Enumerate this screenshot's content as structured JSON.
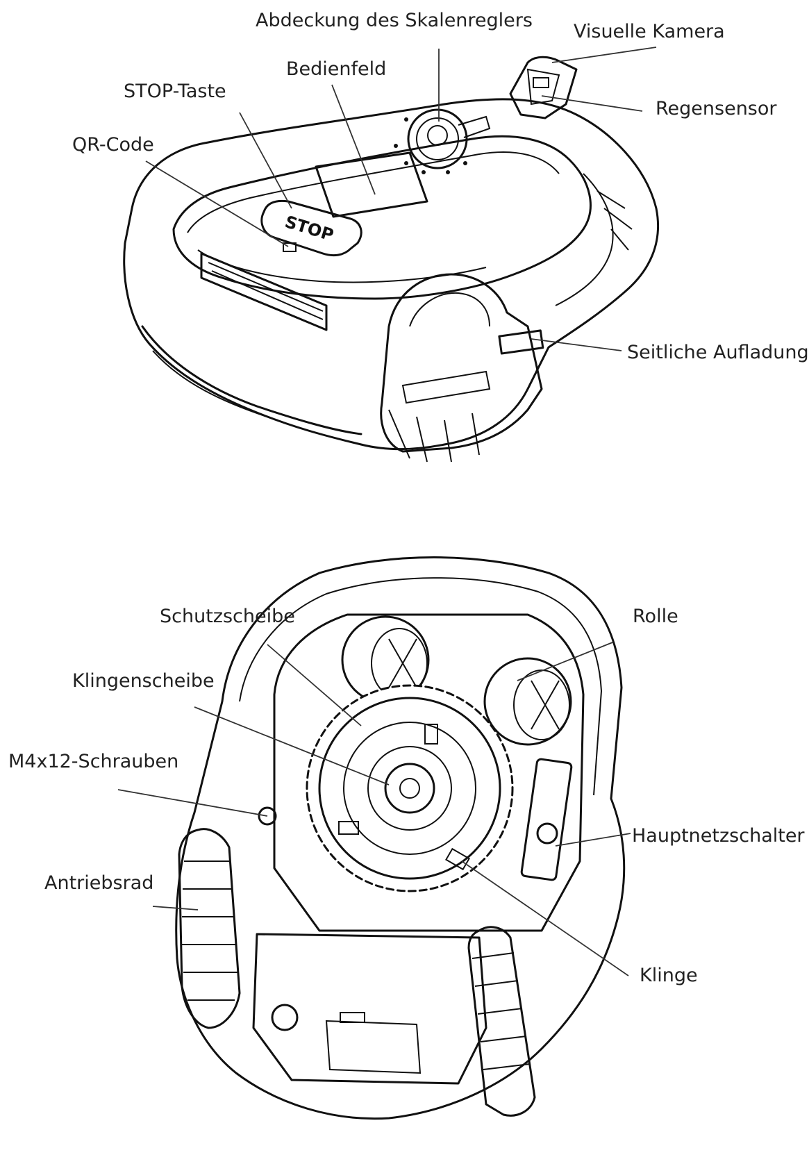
{
  "top_view": {
    "labels": {
      "dial_cover": "Abdeckung des Skalenreglers",
      "visual_camera": "Visuelle Kamera",
      "control_panel": "Bedienfeld",
      "stop_button": "STOP-Taste",
      "rain_sensor": "Regensensor",
      "qr_code": "QR-Code",
      "side_charging": "Seitliche Aufladung"
    },
    "stop_key_text": "STOP"
  },
  "bottom_view": {
    "labels": {
      "guard_disc": "Schutzscheibe",
      "roller": "Rolle",
      "blade_disc": "Klingenscheibe",
      "screws": "M4x12-Schrauben",
      "main_switch": "Hauptnetzschalter",
      "drive_wheel": "Antriebsrad",
      "blade": "Klinge"
    }
  },
  "colors": {
    "line": "#111111",
    "text": "#222222",
    "background": "#ffffff"
  }
}
